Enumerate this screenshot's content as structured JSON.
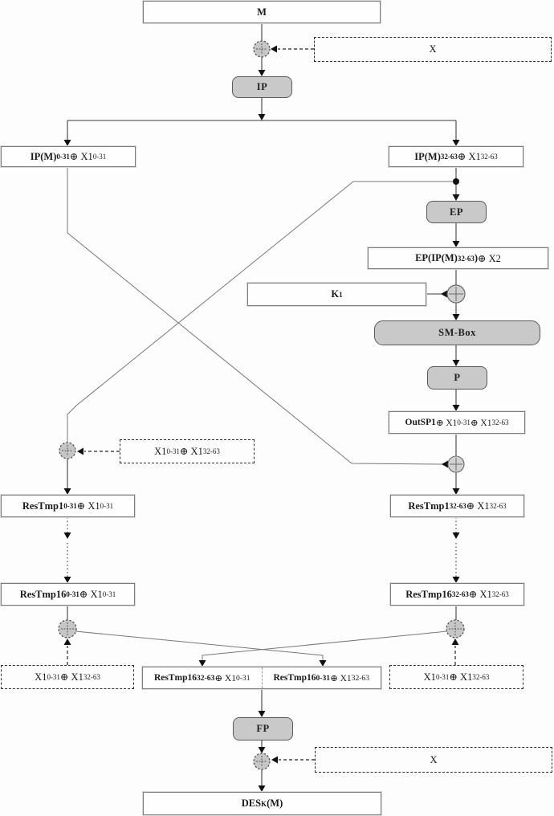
{
  "diagram": {
    "nodes": {
      "m": {
        "label": "M"
      },
      "mask_x_top": {
        "label": "X"
      },
      "op_ip": {
        "label": "IP"
      },
      "ip_left": {
        "bold": "IP(M)",
        "bold_sub": "0-31",
        "rest": " ⊕ X1",
        "rest_sub": "0-31"
      },
      "ip_right": {
        "bold": "IP(M)",
        "bold_sub": "32-63",
        "rest": " ⊕ X1",
        "rest_sub": "32-63"
      },
      "op_ep": {
        "label": "EP"
      },
      "ep_out": {
        "bold": "EP(IP(M)",
        "bold_sub": "32-63",
        "bold2": ")",
        "rest": " ⊕ X2"
      },
      "k1": {
        "bold": "K",
        "bold_sub": "1"
      },
      "op_smbox": {
        "label": "SM-Box"
      },
      "op_p": {
        "label": "P"
      },
      "outsp1": {
        "bold": "OutSP1",
        "rest": " ⊕ X1",
        "rest_sub": "0-31",
        "rest2": " ⊕ X1",
        "rest2_sub": "32-63"
      },
      "mask_x1_mid": {
        "t": "X1",
        "t_sub": "0-31",
        "t2": " ⊕ X1",
        "t2_sub": "32-63"
      },
      "restmp1_left": {
        "bold": "ResTmp1",
        "bold_sub": "0-31",
        "rest": " ⊕ X1",
        "rest_sub": "0-31"
      },
      "restmp1_right": {
        "bold": "ResTmp1",
        "bold_sub": "32-63",
        "rest": " ⊕ X1",
        "rest_sub": "32-63"
      },
      "restmp16_left": {
        "bold": "ResTmp16",
        "bold_sub": "0-31",
        "rest": " ⊕ X1",
        "rest_sub": "0-31"
      },
      "restmp16_right": {
        "bold": "ResTmp16",
        "bold_sub": "32-63",
        "rest": " ⊕ X1",
        "rest_sub": "32-63"
      },
      "mask_x1_bottom_left": {
        "t": "X1",
        "t_sub": "0-31",
        "t2": " ⊕ X1",
        "t2_sub": "32-63"
      },
      "mask_x1_bottom_right": {
        "t": "X1",
        "t_sub": "0-31",
        "t2": " ⊕ X1",
        "t2_sub": "32-63"
      },
      "swap_left": {
        "bold": "ResTmp16",
        "bold_sub": "32-63",
        "rest": " ⊕ X1",
        "rest_sub": "0-31"
      },
      "swap_right": {
        "bold": "ResTmp16",
        "bold_sub": "0-31",
        "rest": " ⊕ X1",
        "rest_sub": "32-63"
      },
      "op_fp": {
        "label": "FP"
      },
      "mask_x_bottom": {
        "label": "X"
      },
      "des_out": {
        "bold": "DES",
        "bold_sub": "K",
        "bold2": "(M)"
      }
    },
    "colors": {
      "op_fill": "#c9c9c9",
      "op_border": "#5a5a5a",
      "xor_fill": "#c6c6c6",
      "line": "#3c3c3c",
      "diagonal": "#787878"
    }
  }
}
